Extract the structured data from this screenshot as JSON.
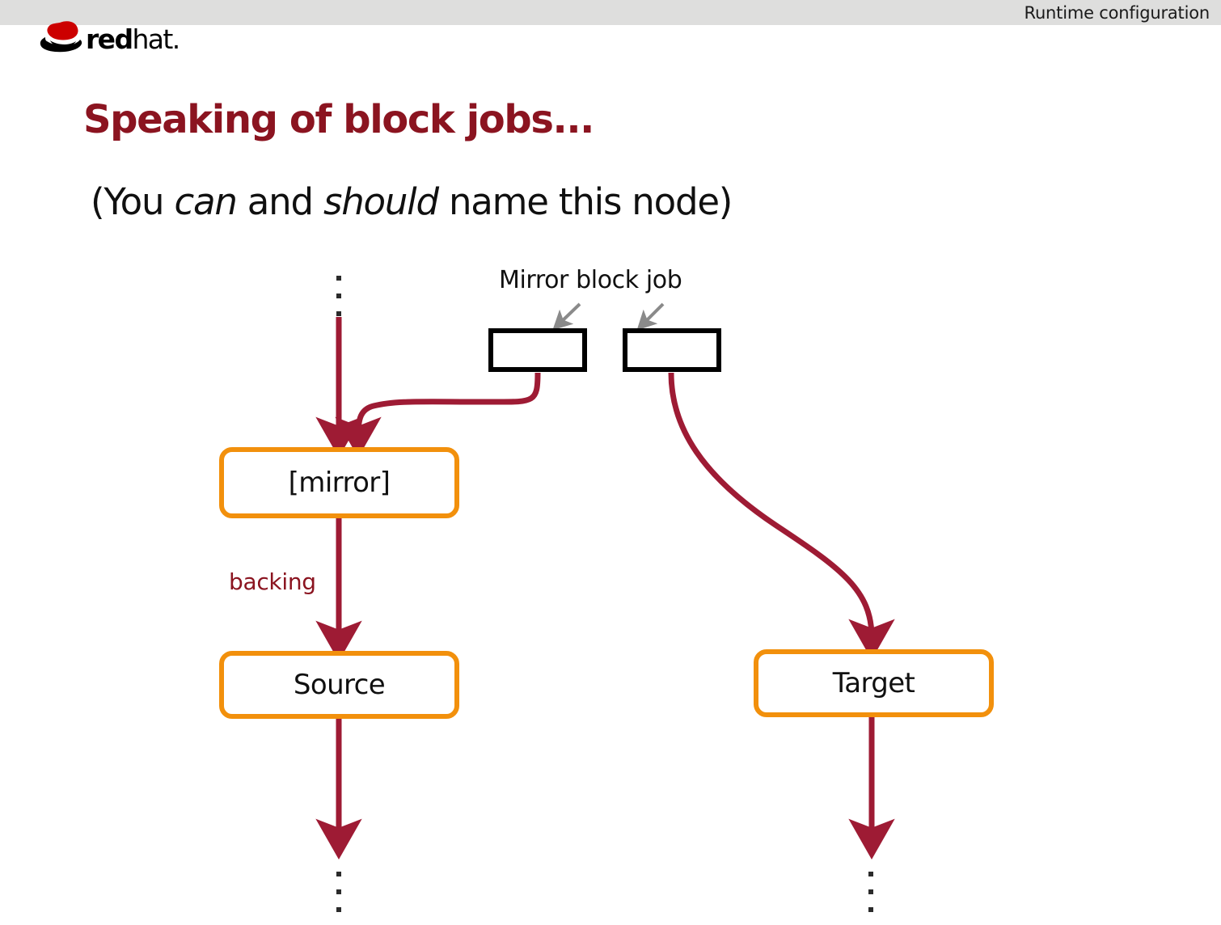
{
  "header": {
    "title": "Runtime configuration",
    "bar_color": "#dededd"
  },
  "logo": {
    "word_red": "red",
    "word_hat": "hat",
    "trailing_dot": ".",
    "icon": "redhat-shadowman-icon",
    "red_color": "#cc0000"
  },
  "slide": {
    "title": "Speaking of block jobs...",
    "title_color": "#8b1420",
    "subtitle_prefix": "(You ",
    "subtitle_italic_1": "can",
    "subtitle_middle": " and ",
    "subtitle_italic_2": "should",
    "subtitle_suffix": " name this node)"
  },
  "diagram": {
    "accent_orange": "#f2900c",
    "edge_red": "#9e1b34",
    "annotation_gray": "#888888",
    "job_label": "Mirror block job",
    "edge_label_backing": "backing",
    "nodes": [
      {
        "id": "mirror",
        "label": "[mirror]"
      },
      {
        "id": "source",
        "label": "Source"
      },
      {
        "id": "target",
        "label": "Target"
      }
    ],
    "job_boxes": [
      {
        "id": "job-left",
        "label": ""
      },
      {
        "id": "job-right",
        "label": ""
      }
    ],
    "ellipses": [
      {
        "id": "top",
        "glyph": "vertical-ellipsis"
      },
      {
        "id": "bottom-left",
        "glyph": "vertical-ellipsis"
      },
      {
        "id": "bottom-right",
        "glyph": "vertical-ellipsis"
      }
    ]
  }
}
